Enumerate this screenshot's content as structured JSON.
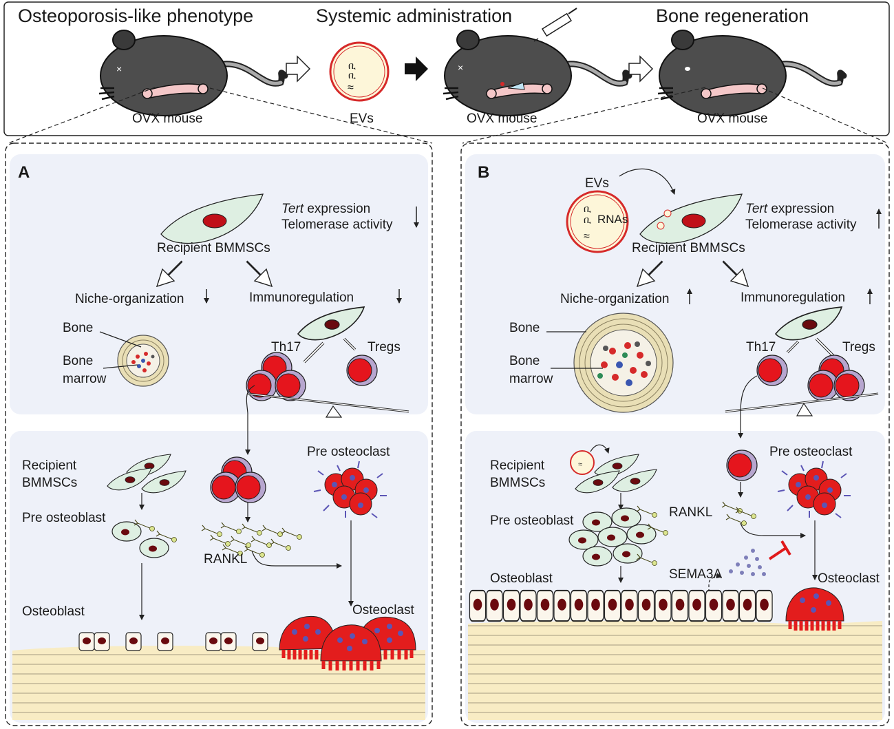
{
  "top": {
    "stage1_title": "Osteoporosis-like phenotype",
    "stage2_title": "Systemic administration",
    "stage3_title": "Bone regeneration",
    "mouse_label": "OVX mouse",
    "evs_label": "EVs"
  },
  "panel_a": {
    "letter": "A",
    "tert_word": "Tert",
    "tert_rest": " expression",
    "telomerase": "Telomerase activity",
    "recipient": "Recipient BMMSCs",
    "niche": "Niche-organization",
    "immuno": "Immunoregulation",
    "bone": "Bone",
    "bone_marrow_1": "Bone",
    "bone_marrow_2": "marrow",
    "th17": "Th17",
    "tregs": "Tregs",
    "recipient_2a": "Recipient",
    "recipient_2b": "BMMSCs",
    "pre_osteoblast": "Pre osteoblast",
    "pre_osteoclast": "Pre osteoclast",
    "rankl": "RANKL",
    "osteoblast": "Osteoblast",
    "osteoclast": "Osteoclast"
  },
  "panel_b": {
    "letter": "B",
    "evs": "EVs",
    "rnas": "RNAs",
    "tert_word": "Tert",
    "tert_rest": " expression",
    "telomerase": "Telomerase activity",
    "recipient": "Recipient BMMSCs",
    "niche": "Niche-organization",
    "immuno": "Immunoregulation",
    "bone": "Bone",
    "bone_marrow_1": "Bone",
    "bone_marrow_2": "marrow",
    "th17": "Th17",
    "tregs": "Tregs",
    "recipient_2a": "Recipient",
    "recipient_2b": "BMMSCs",
    "pre_osteoblast": "Pre osteoblast",
    "pre_osteoclast": "Pre osteoclast",
    "rankl": "RANKL",
    "sema3a": "SEMA3A",
    "osteoblast": "Osteoblast",
    "osteoclast": "Osteoclast"
  },
  "colors": {
    "panel_bg": "#eef1f9",
    "msc_fill": "#deefe2",
    "nucleus": "#c01018",
    "tcell_red": "#e5151d",
    "tcell_purple": "#b7a6cf",
    "bone_fill": "#f8ecc4",
    "osteoclast_red": "#e31d1d",
    "osteoclast_dot": "#5b55b5",
    "rankl_green": "#dbe58f",
    "sema3a_dot": "#7e7fb9",
    "inhibit_red": "#e0191b",
    "mouse_body": "#4d4d4d",
    "bone_pink": "#f4c7c8"
  }
}
